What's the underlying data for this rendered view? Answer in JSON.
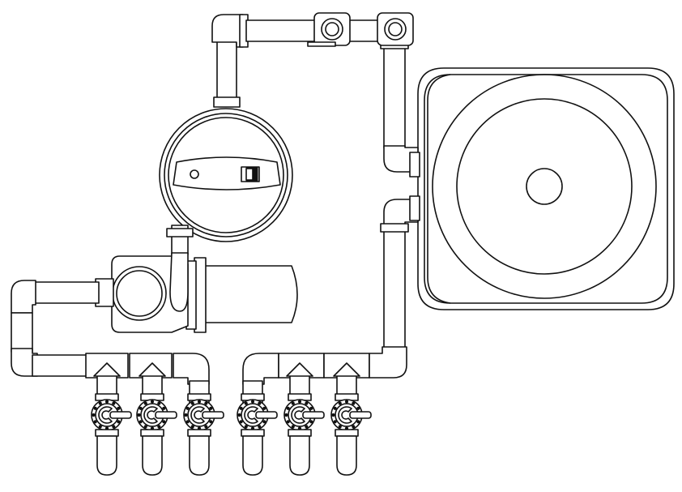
{
  "diagram": {
    "components": [
      {
        "id": "pool-cover-plate",
        "icon": "square-basin-with-circular-drain"
      },
      {
        "id": "filter-tank",
        "icon": "round-filter-with-handle"
      },
      {
        "id": "pump-motor",
        "icon": "cylindrical-motor"
      },
      {
        "id": "pump-housing",
        "icon": "pump-strainer-housing"
      },
      {
        "id": "return-valves",
        "icon": "ball-valve",
        "count": 3
      },
      {
        "id": "suction-valves",
        "icon": "ball-valve",
        "count": 3
      },
      {
        "id": "top-unions",
        "icon": "union-fitting",
        "count": 2
      }
    ],
    "colors": {
      "stroke": "#111111",
      "fill": "#ffffff",
      "dots": "#111111"
    }
  }
}
